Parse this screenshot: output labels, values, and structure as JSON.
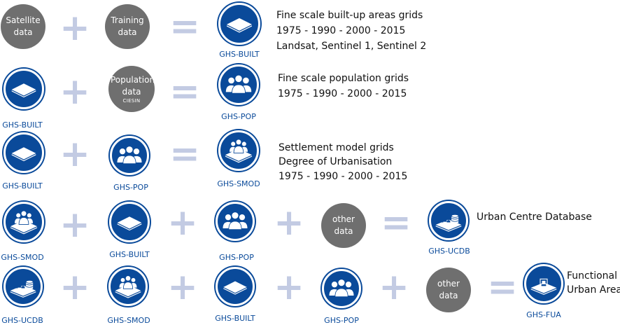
{
  "operators": {
    "plus": "+",
    "equals": "="
  },
  "grey_inputs": {
    "satellite": "Satellite data",
    "training": "Training data",
    "population": "Population data",
    "population_source": "CIESIN",
    "other": "other data"
  },
  "products": {
    "built": "GHS-BUILT",
    "pop": "GHS-POP",
    "smod": "GHS-SMOD",
    "ucdb": "GHS-UCDB",
    "fua": "GHS-FUA"
  },
  "descriptions": {
    "row1": [
      "Fine scale built-up areas grids",
      "1975 - 1990 - 2000 - 2015",
      "Landsat, Sentinel 1, Sentinel 2"
    ],
    "row2": [
      "Fine scale population grids",
      "1975 - 1990 - 2000 - 2015"
    ],
    "row3": [
      "Settlement model grids",
      "Degree of Urbanisation",
      "1975 - 1990 - 2000 - 2015"
    ],
    "row4": [
      "Urban Centre Database"
    ],
    "row5": [
      "Functional",
      "Urban Area"
    ]
  },
  "colors": {
    "blue": "#0a4a9a",
    "grey": "#6f6f6f",
    "operator": "#c3cbe3"
  }
}
